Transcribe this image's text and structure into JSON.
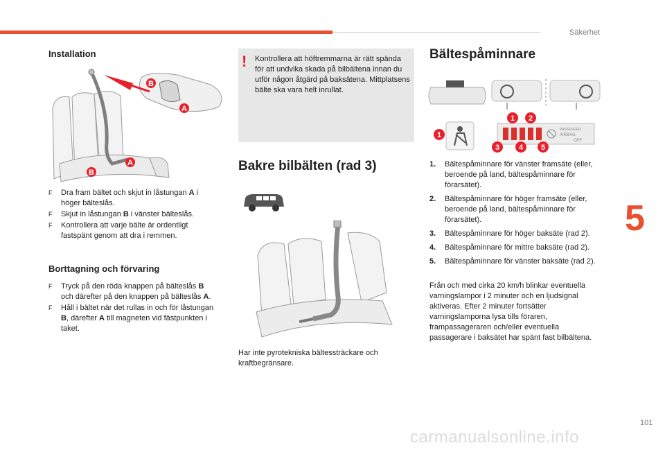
{
  "header": {
    "section": "Säkerhet",
    "chapter": "5",
    "page_number": "101"
  },
  "col1": {
    "installation_title": "Installation",
    "installation_callout_a": "A",
    "installation_callout_b": "B",
    "install_steps": [
      {
        "pre": "Dra fram bältet och skjut in låstungan ",
        "key": "A",
        "post": " i höger bälteslås."
      },
      {
        "pre": "Skjut in låstungan ",
        "key": "B",
        "post": " i vänster bälteslås."
      },
      {
        "pre": "Kontrollera att varje bälte är ordentligt fastspänt genom att dra i remmen.",
        "key": "",
        "post": ""
      }
    ],
    "removal_title": "Borttagning och förvaring",
    "removal_steps": [
      {
        "pre": "Tryck på den röda knappen på bälteslås ",
        "key": "B",
        "post": " och därefter på den knappen på bälteslås ",
        "key2": "A",
        "post2": "."
      },
      {
        "pre": "Håll i bältet när det rullas in och för låstungan ",
        "key": "B",
        "post": ", därefter ",
        "key2": "A",
        "post2": " till magneten vid fästpunkten i taket."
      }
    ],
    "bullet_mark": "F"
  },
  "col2": {
    "warning_icon": "!",
    "warning_text": "Kontrollera att höftremmarna är rätt spända för att undvika skada på bilbältena innan du utför någon åtgärd på baksätena. Mittplatsens bälte ska vara helt inrullat.",
    "title": "Bakre bilbälten (rad 3)",
    "note": "Har inte pyrotekniska bältessträckare och kraftbegränsare."
  },
  "col3": {
    "title": "Bältespåminnare",
    "panel_text_1": "PASSENGER",
    "panel_text_2": "AIRBAG",
    "panel_text_3": "OFF",
    "callouts": [
      "1",
      "1",
      "2",
      "3",
      "4",
      "5"
    ],
    "items": [
      {
        "n": "1.",
        "text": "Bältespåminnare för vänster framsäte (eller, beroende på land, bältespåminnare för förarsätet)."
      },
      {
        "n": "2.",
        "text": "Bältespåminnare för höger framsäte (eller, beroende på land, bältespåminnare för förarsätet)."
      },
      {
        "n": "3.",
        "text": "Bältespåminnare för höger baksäte (rad 2)."
      },
      {
        "n": "4.",
        "text": "Bältespåminnare för mittre baksäte (rad 2)."
      },
      {
        "n": "5.",
        "text": "Bältespåminnare för vänster baksäte (rad 2)."
      }
    ],
    "paragraph": "Från och med cirka 20 km/h blinkar eventuella varningslampor i 2 minuter och en ljudsignal aktiveras. Efter 2 minuter fortsätter varningslamporna lysa tills föraren, frampassageraren och/eller eventuella passagerare i baksätet har spänt fast bilbältena."
  },
  "watermark": "carmanualsonline.info"
}
